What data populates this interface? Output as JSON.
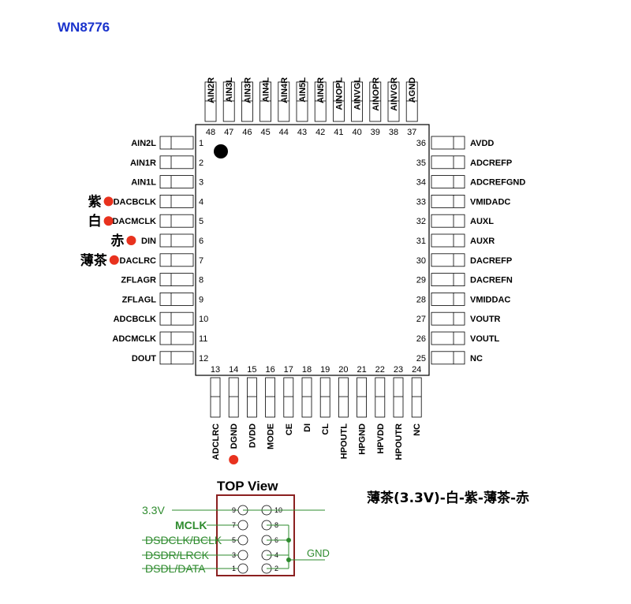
{
  "title": "WN8776",
  "chip": {
    "left_pins": [
      {
        "num": "1",
        "name": "AIN2L"
      },
      {
        "num": "2",
        "name": "AIN1R"
      },
      {
        "num": "3",
        "name": "AIN1L"
      },
      {
        "num": "4",
        "name": "DACBCLK",
        "marker": "紫",
        "dot": true
      },
      {
        "num": "5",
        "name": "DACMCLK",
        "marker": "白",
        "dot": true
      },
      {
        "num": "6",
        "name": "DIN",
        "marker": "赤",
        "dot": true
      },
      {
        "num": "7",
        "name": "DACLRC",
        "marker": "薄茶",
        "dot": true
      },
      {
        "num": "8",
        "name": "ZFLAGR"
      },
      {
        "num": "9",
        "name": "ZFLAGL"
      },
      {
        "num": "10",
        "name": "ADCBCLK"
      },
      {
        "num": "11",
        "name": "ADCMCLK"
      },
      {
        "num": "12",
        "name": "DOUT"
      }
    ],
    "right_pins": [
      {
        "num": "36",
        "name": "AVDD"
      },
      {
        "num": "35",
        "name": "ADCREFP"
      },
      {
        "num": "34",
        "name": "ADCREFGND"
      },
      {
        "num": "33",
        "name": "VMIDADC"
      },
      {
        "num": "32",
        "name": "AUXL"
      },
      {
        "num": "31",
        "name": "AUXR"
      },
      {
        "num": "30",
        "name": "DACREFP"
      },
      {
        "num": "29",
        "name": "DACREFN"
      },
      {
        "num": "28",
        "name": "VMIDDAC"
      },
      {
        "num": "27",
        "name": "VOUTR"
      },
      {
        "num": "26",
        "name": "VOUTL"
      },
      {
        "num": "25",
        "name": "NC"
      }
    ],
    "top_pins": [
      {
        "num": "48",
        "name": "AIN2R"
      },
      {
        "num": "47",
        "name": "AIN3L"
      },
      {
        "num": "46",
        "name": "AIN3R"
      },
      {
        "num": "45",
        "name": "AIN4L"
      },
      {
        "num": "44",
        "name": "AIN4R"
      },
      {
        "num": "43",
        "name": "AIN5L"
      },
      {
        "num": "42",
        "name": "AIN5R"
      },
      {
        "num": "41",
        "name": "AINOPL"
      },
      {
        "num": "40",
        "name": "AINVGL"
      },
      {
        "num": "39",
        "name": "AINOPR"
      },
      {
        "num": "38",
        "name": "AINVGR"
      },
      {
        "num": "37",
        "name": "AGND"
      }
    ],
    "bottom_pins": [
      {
        "num": "13",
        "name": "ADCLRC"
      },
      {
        "num": "14",
        "name": "DGND",
        "dot": true
      },
      {
        "num": "15",
        "name": "DVDD"
      },
      {
        "num": "16",
        "name": "MODE"
      },
      {
        "num": "17",
        "name": "CE"
      },
      {
        "num": "18",
        "name": "DI"
      },
      {
        "num": "19",
        "name": "CL"
      },
      {
        "num": "20",
        "name": "HPOUTL"
      },
      {
        "num": "21",
        "name": "HPGND"
      },
      {
        "num": "22",
        "name": "HPVDD"
      },
      {
        "num": "23",
        "name": "HPOUTR"
      },
      {
        "num": "24",
        "name": "NC"
      }
    ]
  },
  "connector": {
    "title": "TOP View",
    "left_labels": [
      {
        "text": "3.3V",
        "pin": "9"
      },
      {
        "text": "MCLK",
        "pin": "7"
      },
      {
        "text": "DSDCLK/BCLK",
        "pin": "5"
      },
      {
        "text": "DSDR/LRCK",
        "pin": "3"
      },
      {
        "text": "DSDL/DATA",
        "pin": "1"
      }
    ],
    "right_pins": [
      "10",
      "8",
      "6",
      "4",
      "2"
    ],
    "gnd_label": "GND"
  },
  "color_order_note": "薄茶(3.3V)-白-紫-薄茶-赤",
  "colors": {
    "title_blue": "#1a33cc",
    "marker_red": "#e8321e",
    "connector_box": "#8b2020",
    "connector_green": "#2e8b2e"
  }
}
